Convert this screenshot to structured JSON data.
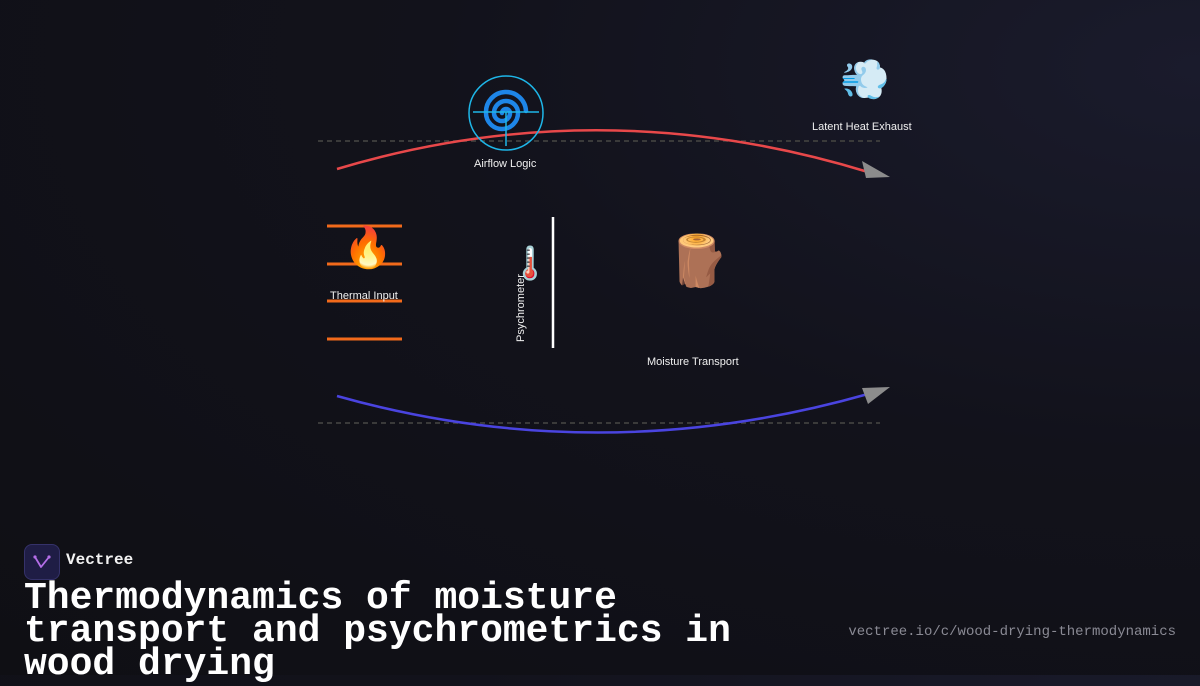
{
  "nodes": {
    "airflow": {
      "label": "Airflow Logic",
      "icon": "cyclone-icon"
    },
    "exhaust": {
      "label": "Latent Heat Exhaust",
      "icon": "dash-wind-icon",
      "glyph": "💨"
    },
    "thermal": {
      "label": "Thermal Input",
      "icon": "fire-icon",
      "glyph": "🔥"
    },
    "psychrometer": {
      "label": "Psychrometer",
      "icon": "thermometer-icon",
      "glyph": "🌡️"
    },
    "moisture": {
      "label": "Moisture Transport",
      "icon": "wood-log-icon",
      "glyph": "🪵"
    }
  },
  "colors": {
    "hot_flow": "#e8484a",
    "cool_flow": "#4a44e0",
    "heater_bars": "#f26a1b",
    "cyclone": "#1e9ae8",
    "arrowhead": "#8c8c8c",
    "dashed_guides": "#3a3a3a"
  },
  "brand": {
    "name": "Vectree"
  },
  "footer": {
    "title": "Thermodynamics of moisture transport and psychrometrics in wood drying",
    "url": "vectree.io/c/wood-drying-thermodynamics"
  }
}
